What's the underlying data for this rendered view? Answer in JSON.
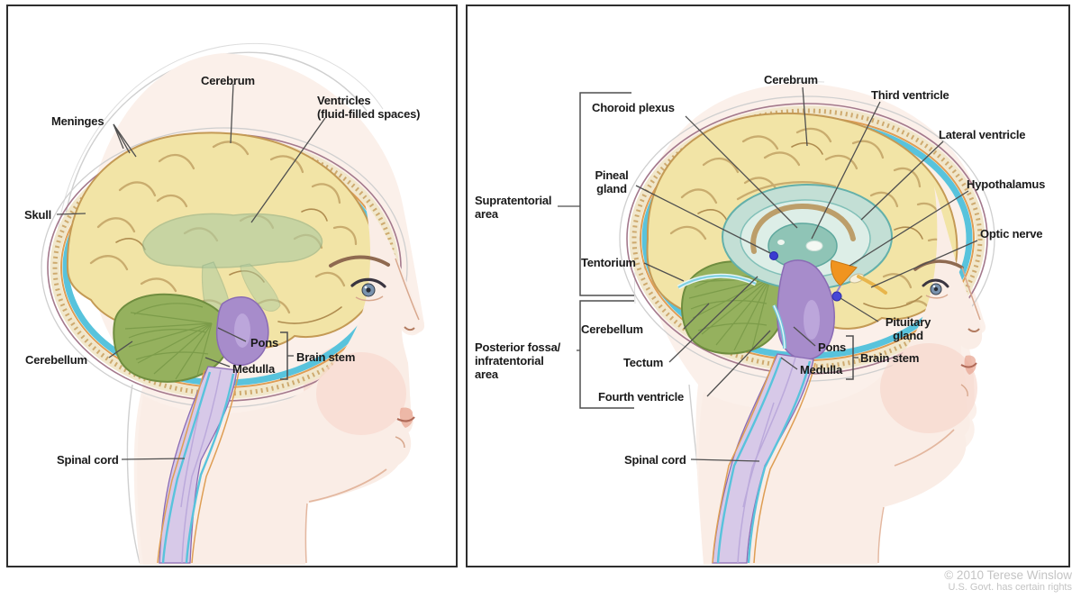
{
  "credit": {
    "line1": "© 2010 Terese Winslow",
    "line2": "U.S. Govt. has certain rights"
  },
  "colors": {
    "labelText": "#1a1a1a",
    "leader": "#4f4f4f",
    "credit": "#c4c4c4",
    "cortex": "#F2E4A6",
    "cortexEdge": "#C49A55",
    "sulci": "#C9AC6E",
    "sulciDark": "#B08D50",
    "csf": "#58C3DC",
    "skullBand": "#F1E7CB",
    "skullDots": "#C69B58",
    "duraOrange": "#DE9E54",
    "scalpMaroon": "#A4798C",
    "faintOutline": "#cfcfcf",
    "ventricleOverlay": "#AECBA0",
    "ventricleEdge": "#92B087",
    "cerebellum": "#95B15E",
    "cerebellumEdge": "#6F8D3F",
    "cerebellumLine": "#7C9C4A",
    "brainstem": "#A78CCB",
    "brainstemEdge": "#8A6BB4",
    "cord": "#D7C9E8",
    "cordStripe": "#B9A6DA",
    "swirlOuter": "#C3DFD5",
    "swirlMid": "#DDEEE7",
    "swirlCore": "#8FC4B6",
    "swirlEdge": "#63B0AA",
    "corpusArc": "#BC9E6A",
    "hypothalamus": "#F0941F",
    "hypothalamusEdge": "#C97714",
    "pinealBlue": "#3B3BD1",
    "pituitaryBlue": "#4646D6",
    "opticNerve": "#E8B54C",
    "skin": "#FBF0EA",
    "skinFace": "#FAEDE6",
    "blush": "#F7D3C8",
    "featureLine": "#D8A88E",
    "browColor": "#8F6A50",
    "eyeDark": "#3A3540",
    "iris": "#7A93AE",
    "mouthLine": "#B06A58",
    "lipTint": "#E8A591",
    "jawLine": "#E3B79F"
  },
  "panels": {
    "left": {
      "labels": {
        "cerebrum": "Cerebrum",
        "ventricles_line1": "Ventricles",
        "ventricles_line2": "(fluid-filled spaces)",
        "meninges": "Meninges",
        "skull": "Skull",
        "cerebellum": "Cerebellum",
        "pons": "Pons",
        "medulla": "Medulla",
        "brain_stem": "Brain stem",
        "spinal_cord": "Spinal cord"
      }
    },
    "right": {
      "labels": {
        "cerebrum": "Cerebrum",
        "third_ventricle": "Third ventricle",
        "choroid_plexus": "Choroid plexus",
        "lateral_ventricle": "Lateral ventricle",
        "pineal_line1": "Pineal",
        "pineal_line2": "gland",
        "hypothalamus": "Hypothalamus",
        "supratentorial_line1": "Supratentorial",
        "supratentorial_line2": "area",
        "optic_nerve": "Optic nerve",
        "tentorium": "Tentorium",
        "cerebellum": "Cerebellum",
        "posterior_line1": "Posterior fossa/",
        "posterior_line2": "infratentorial",
        "posterior_line3": "area",
        "tectum": "Tectum",
        "fourth_ventricle": "Fourth ventricle",
        "pituitary_line1": "Pituitary",
        "pituitary_line2": "gland",
        "pons": "Pons",
        "medulla": "Medulla",
        "brain_stem": "Brain stem",
        "spinal_cord": "Spinal cord"
      }
    }
  }
}
